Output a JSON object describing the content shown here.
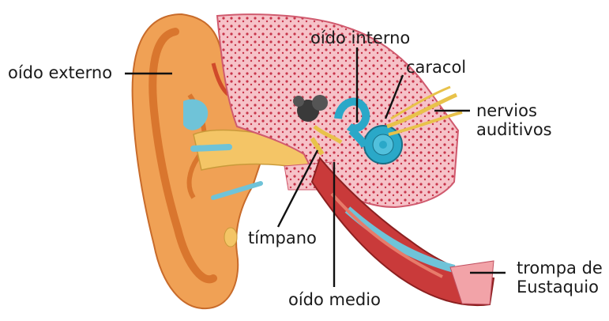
{
  "labels": {
    "oido_externo": "oído externo",
    "oido_interno": "oído interno",
    "caracol": "caracol",
    "nervios_auditivos": "nervios\nauditivos",
    "timpano": "tímpano",
    "trompa": "trompa de\nEustaquio",
    "oido_medio": "oído medio"
  },
  "colors": {
    "outer_ear": "#f0a155",
    "skin_shadow": "#d9762e",
    "cartilage": "#f4c566",
    "bone": "#f4b8c0",
    "bone_pores": "#c7344a",
    "canal_blue": "#6fc3d8",
    "cochlea": "#2aa8c8",
    "nerve": "#e8c24a",
    "tube": "#c93a3a",
    "ossicles": "#3a3a3a",
    "leader": "#111111"
  }
}
